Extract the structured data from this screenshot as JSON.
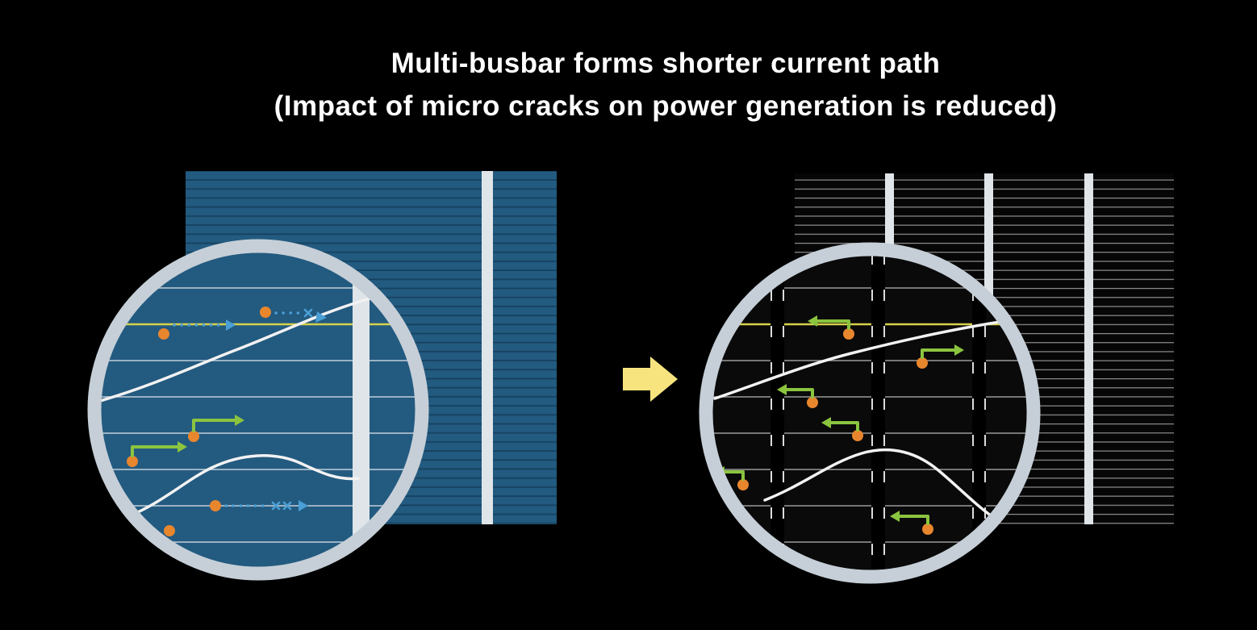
{
  "page": {
    "background": "#000000"
  },
  "title": {
    "line1": "Multi-busbar forms shorter current path",
    "line2": "(Impact of micro cracks on power generation is reduced)"
  },
  "panels": {
    "left": {
      "name": "conventional busbar solar cell",
      "busbar_count_visible": 2
    },
    "right": {
      "name": "multi-busbar solar cell",
      "busbar_count_visible": 3
    }
  },
  "legend_semantics": {
    "orange_dot": "current generation point",
    "blue_dotted_arrow": "long current path blocked by micro crack",
    "blue_x": "current path interrupted by crack",
    "green_arrow": "short current path to busbar",
    "white_curve": "micro crack",
    "yellow_line": "highlighted finger line",
    "block_arrow": "transition from conventional to multi-busbar"
  },
  "colors": {
    "page_bg": "#000000",
    "cell_blue": "#235a80",
    "stripe_blue": "#16425f",
    "cell_black": "#060606",
    "zoom_black": "#0a0a0a",
    "stripe_gray": "#8d8d8d",
    "zoom_line_blue": "#c2cfd8",
    "zoom_line_gray": "#9a9a9a",
    "busbar_white": "#dfe5e9",
    "ring_gray": "#c6cfd7",
    "yellow_line": "#d6d04b",
    "crack_white": "#f2f2f2",
    "current_green": "#8bc43f",
    "current_blue": "#4a9fd4",
    "dot_orange": "#e8862e",
    "arrow_yellow": "#f7e47e",
    "title_white": "#ffffff"
  }
}
